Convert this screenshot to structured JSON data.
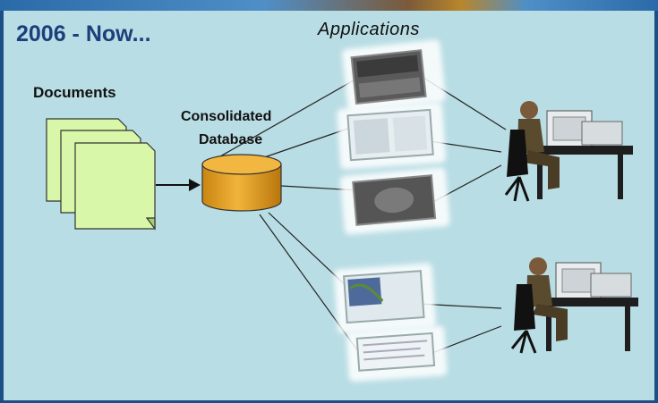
{
  "title": "2006 - Now...",
  "applications_label": "Applications",
  "documents_label": "Documents",
  "database_label_line1": "Consolidated",
  "database_label_line2": "Database",
  "colors": {
    "background": "#b9dde4",
    "title": "#1b3f7a",
    "document_fill": "#d9f7a8",
    "database_fill": "#e0a22a"
  },
  "icons": [
    "document-stack-icon",
    "database-cylinder-icon",
    "application-screen-icon",
    "computer-user-icon"
  ]
}
